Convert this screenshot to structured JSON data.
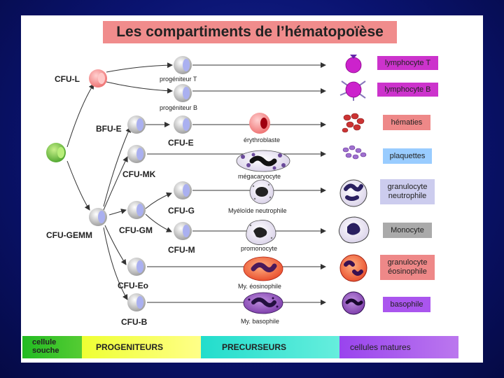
{
  "title": "Les compartiments de l’hématopoïèse",
  "progenitors": {
    "cfu_l": "CFU-L",
    "progeniteur_t": "progéniteur T",
    "progeniteur_b": "progéniteur B",
    "bfu_e": "BFU-E",
    "cfu_e": "CFU-E",
    "cfu_mk": "CFU-MK",
    "cfu_g": "CFU-G",
    "cfu_gm": "CFU-GM",
    "cfu_m": "CFU-M",
    "cfu_gemm": "CFU-GEMM",
    "cfu_eo": "CFU-Eo",
    "cfu_b": "CFU-B"
  },
  "precursors": {
    "erythroblaste": "érythroblaste",
    "megacaryocyte": "mégacaryocyte",
    "myeloide_neutrophile": "Myéloïde neutrophile",
    "promonocyte": "promonocyte",
    "my_eosinophile": "My. éosinophile",
    "my_basophile": "My. basophile"
  },
  "mature": {
    "lymphocyte_t": "lymphocyte T",
    "lymphocyte_b": "lymphocyte B",
    "hematies": "hématies",
    "plaquettes": "plaquettes",
    "granulocyte_neutrophile": "granulocyte neutrophile",
    "monocyte": "Monocyte",
    "granulocyte_eosinophile": "granulocyte éosinophile",
    "basophile": "basophile"
  },
  "bands": {
    "cellule_souche": "cellule souche",
    "progeniteurs": "PROGENITEURS",
    "precurseurs": "PRECURSEURS",
    "cellules_matures": "cellules matures"
  },
  "colors": {
    "background": "#0a1370",
    "title_bg": "#f08c8c",
    "lymphocyte": "#cc33cc",
    "red_box": "#ee8888",
    "blue_box": "#99ccff",
    "lavender_box": "#ccccee",
    "grey_box": "#aaaaaa",
    "band_yellow": "#ffff66",
    "band_green": "#33cc33",
    "band_cyan": "#33eedd",
    "band_purple": "#aa55ee",
    "progenitor_cell": "#c0c0c0",
    "progenitor_nucleus": "#aab0f0",
    "stem_cell": "#66cc33"
  }
}
